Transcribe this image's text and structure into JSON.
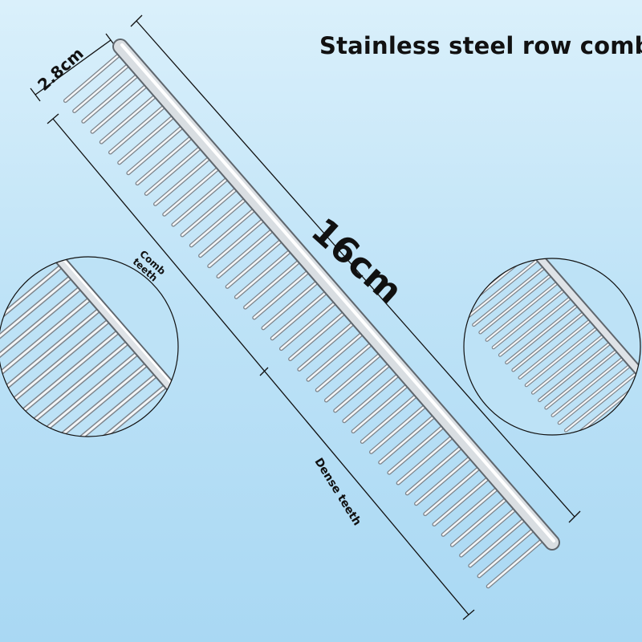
{
  "title": "Stainless steel row comb",
  "dimensions": {
    "width": "2.8cm",
    "length": "16cm"
  },
  "callouts": {
    "comb_teeth_line1": "Comb",
    "comb_teeth_line2": "teeth",
    "dense_teeth": "Dense teeth"
  },
  "colors": {
    "background_top": "#daf0fb",
    "background_bottom": "#a9d8f3",
    "metal_light": "#f4f6f8",
    "metal_dark": "#7d848c",
    "text": "#111111"
  }
}
